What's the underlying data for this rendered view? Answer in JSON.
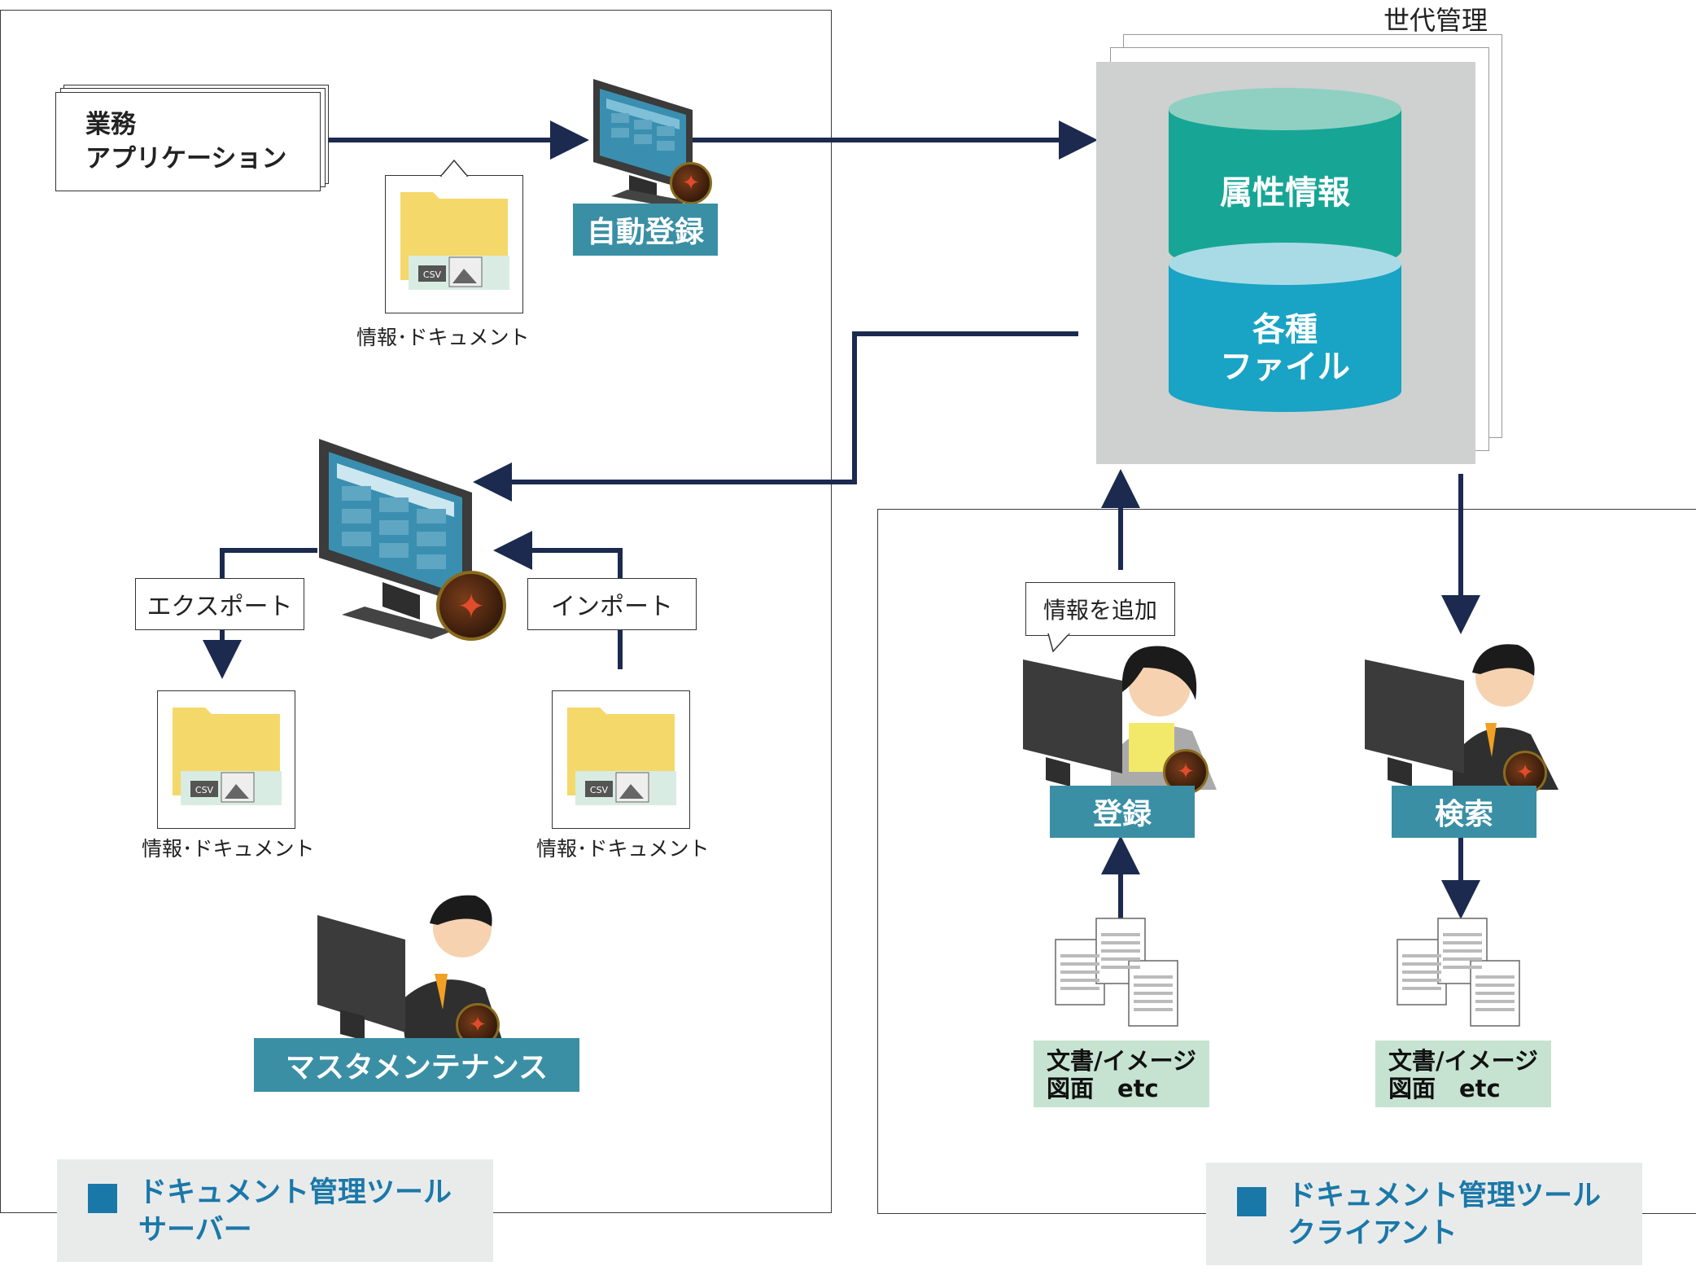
{
  "server": {
    "app_box": "業務\nアプリケーション",
    "auto_register": "自動登録",
    "doc_caption_top": "情報･ドキュメント",
    "export_label": "エクスポート",
    "import_label": "インポート",
    "doc_caption_export": "情報･ドキュメント",
    "doc_caption_import": "情報･ドキュメント",
    "master_maintenance": "マスタメンテナンス",
    "legend": "ドキュメント管理ツール\nサーバー"
  },
  "repository": {
    "generation_label": "世代管理",
    "attributes": "属性情報",
    "files": "各種\nファイル"
  },
  "client": {
    "add_info_bubble": "情報を追加",
    "register": "登録",
    "search": "検索",
    "docs_left": "文書/イメージ\n図面　etc",
    "docs_right": "文書/イメージ\n図面　etc",
    "legend": "ドキュメント管理ツール\nクライアント"
  },
  "colors": {
    "arrow": "#1b2a4e",
    "teal_tag": "#3a8fa5",
    "attr_cylinder": "#17a596",
    "file_cylinder": "#19a3c4",
    "legend_text": "#1a78a8",
    "doc_tag": "#c6e3d2"
  },
  "icons": [
    "monitor-icon",
    "folder-icon",
    "csv-file-icon",
    "image-file-icon",
    "logo-badge-icon",
    "user-male-icon",
    "user-female-icon",
    "document-stack-icon",
    "database-cylinder-icon"
  ]
}
